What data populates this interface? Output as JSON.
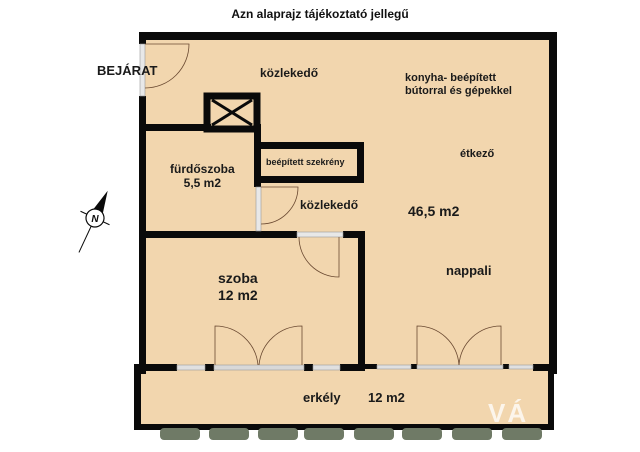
{
  "title": "Azn alaprajz tájékoztató jellegű",
  "colors": {
    "floor": "#f2d6ae",
    "wall": "#0a0a0a",
    "plants": "#6f7a66"
  },
  "entrance": {
    "label": "BEJÁRAT"
  },
  "rooms": {
    "hall_top": {
      "name": "közlekedő"
    },
    "kitchen": {
      "line1": "konyha- beépített",
      "line2": "bútorral és gépekkel"
    },
    "dining": {
      "name": "étkező"
    },
    "living_area": {
      "area": "46,5 m2"
    },
    "living": {
      "name": "nappali"
    },
    "bathroom": {
      "name": "fürdőszoba",
      "area": "5,5 m2"
    },
    "wardrobe": {
      "name": "beépített szekrény"
    },
    "hall_mid": {
      "name": "közlekedő"
    },
    "bedroom": {
      "name": "szoba",
      "area": "12 m2"
    },
    "balcony": {
      "name": "erkély",
      "area": "12 m2"
    }
  },
  "compass": {
    "letter": "N"
  },
  "watermark": {
    "text": "VÁ"
  }
}
